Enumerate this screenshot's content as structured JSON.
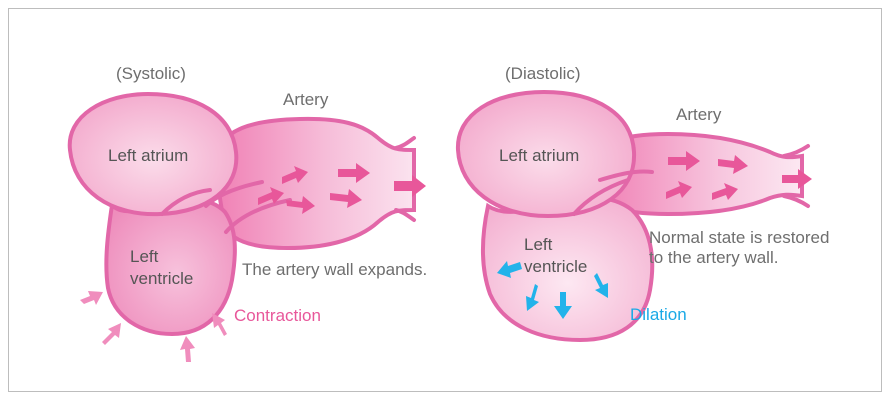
{
  "colors": {
    "heart_fill": "#f09ac6",
    "heart_outline": "#e267a8",
    "pink_arrow": "#e8579a",
    "blue_arrow": "#22b3ea",
    "text": "#666666"
  },
  "systolic": {
    "title": "(Systolic)",
    "left_atrium": "Left atrium",
    "left_ventricle_line1": "Left",
    "left_ventricle_line2": "ventricle",
    "artery": "Artery",
    "artery_note": "The artery wall expands.",
    "action": "Contraction"
  },
  "diastolic": {
    "title": "(Diastolic)",
    "left_atrium": "Left atrium",
    "left_ventricle_line1": "Left",
    "left_ventricle_line2": "ventricle",
    "artery": "Artery",
    "artery_note_line1": "Normal state is restored",
    "artery_note_line2": "to the artery wall.",
    "action": "Dilation"
  }
}
